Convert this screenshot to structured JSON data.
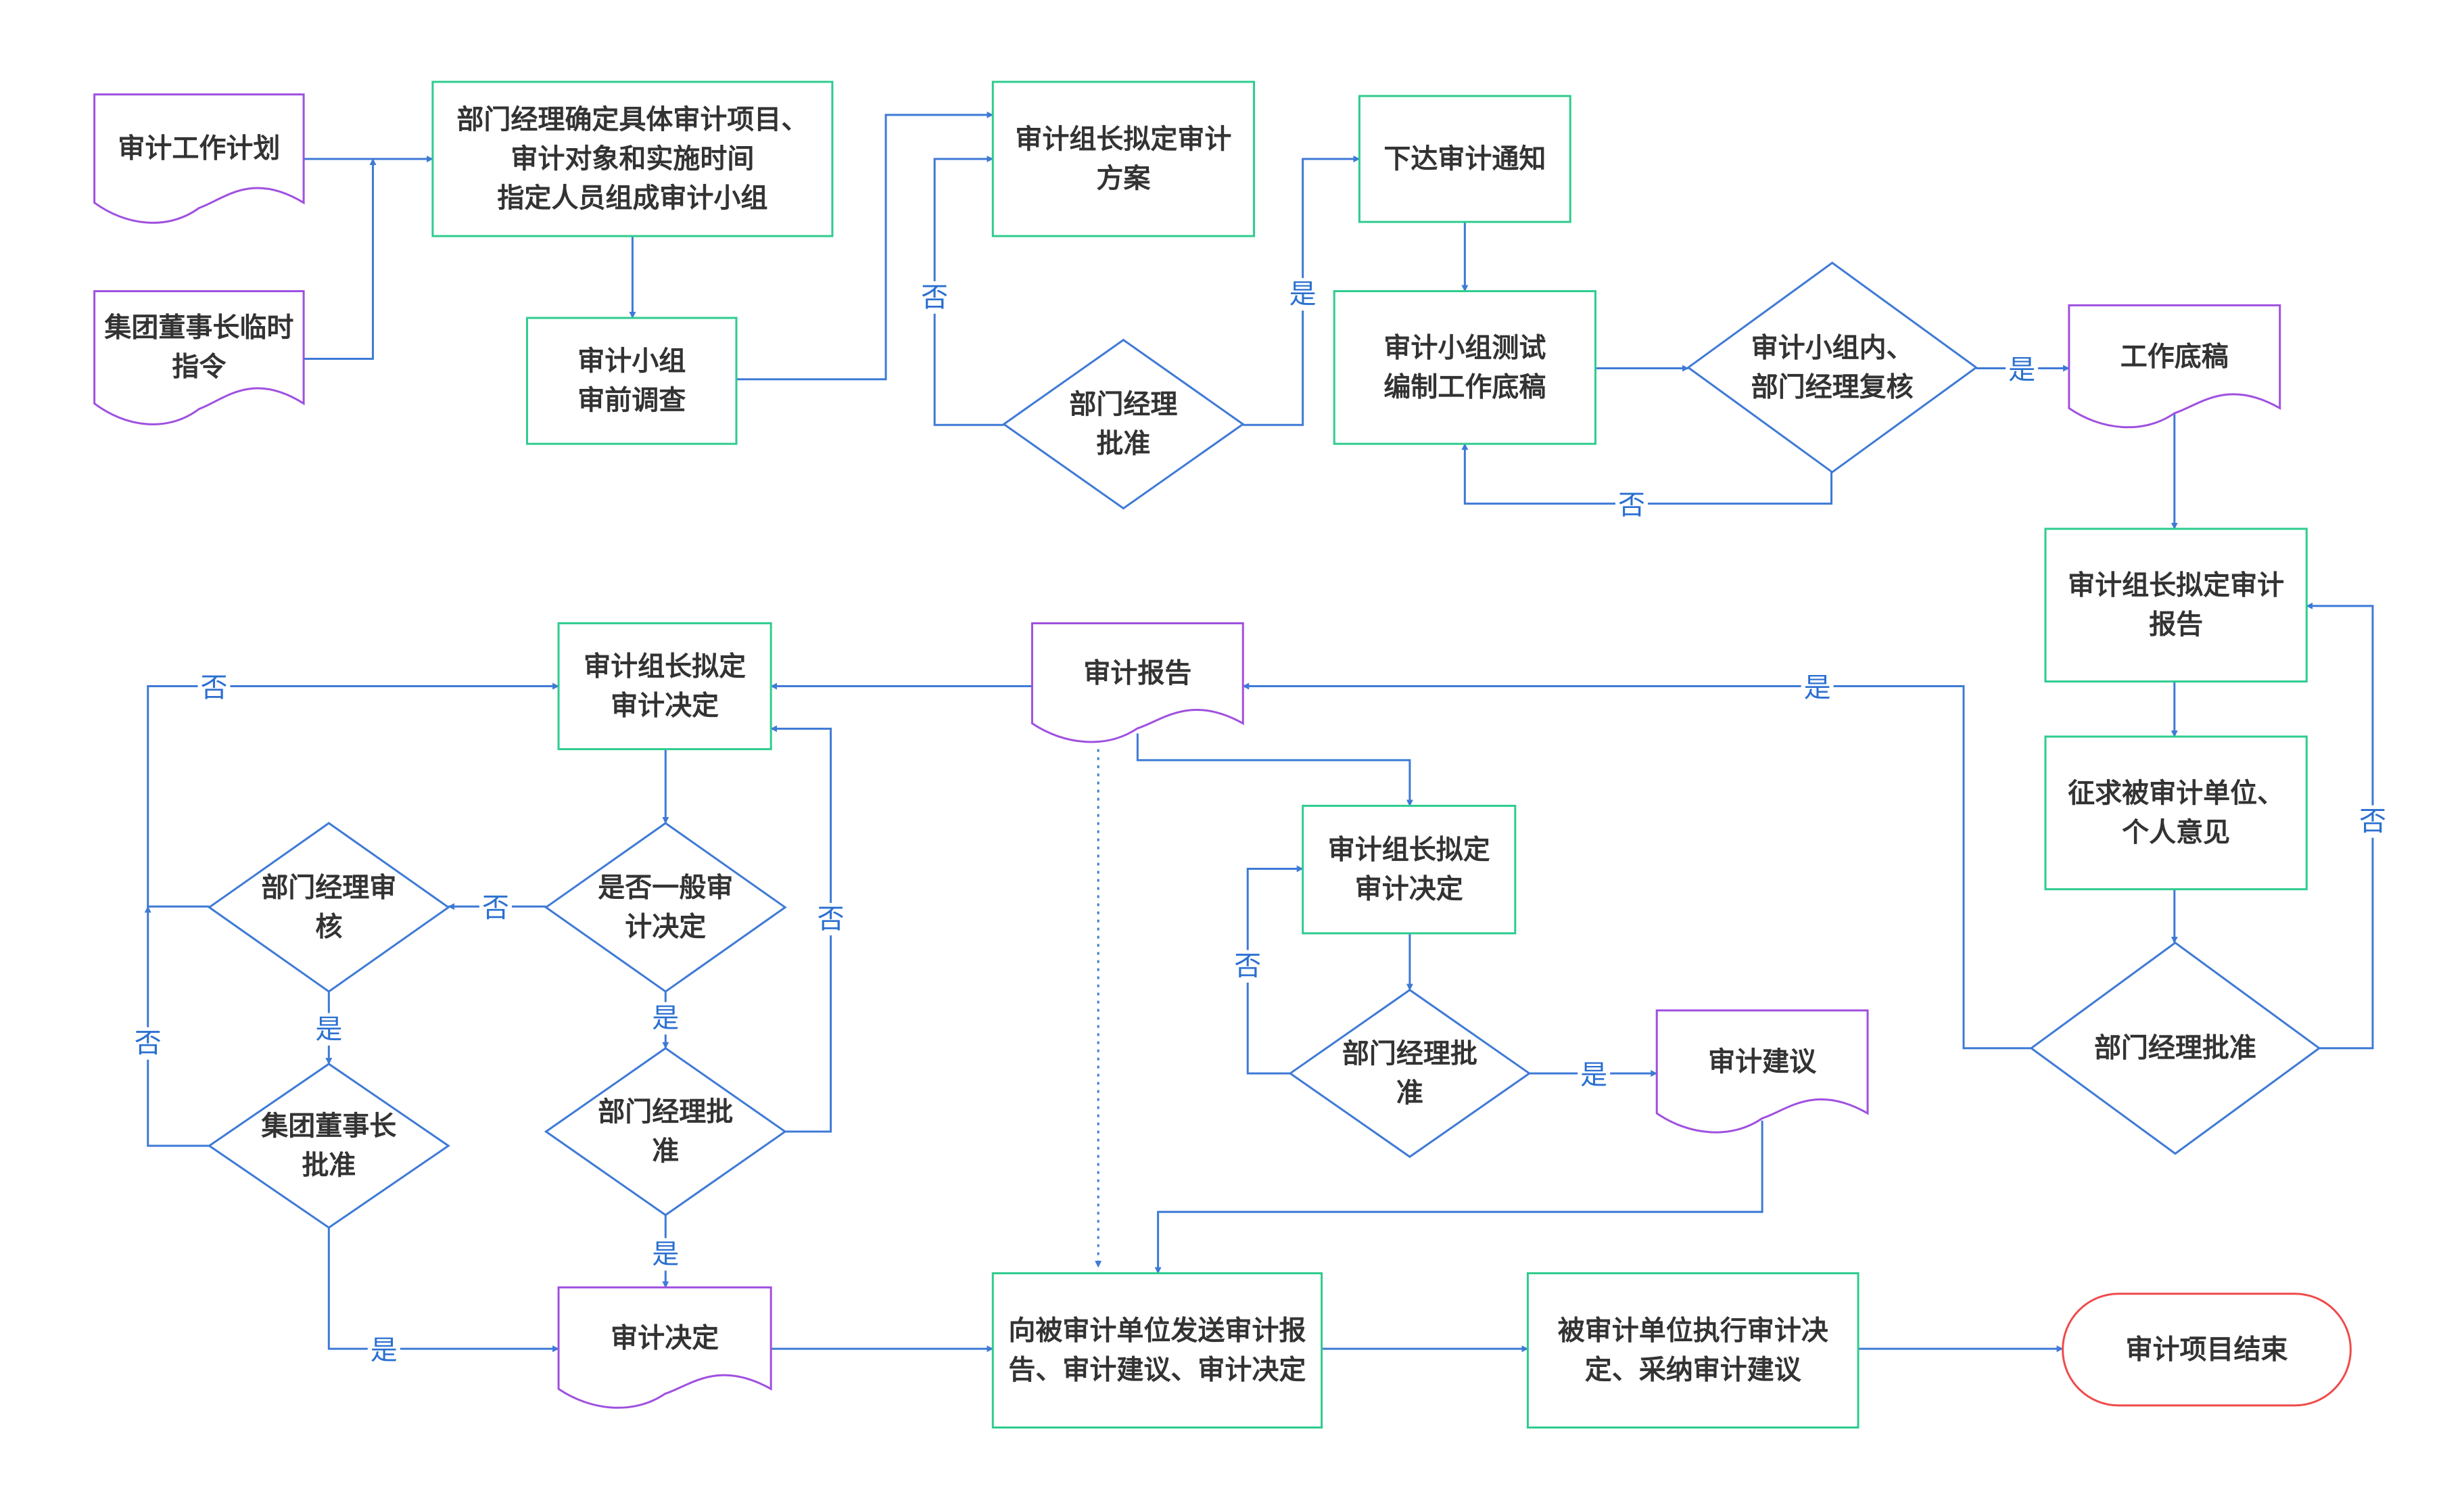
{
  "colors": {
    "process": "#2ecc8e",
    "decision": "#3e7ad6",
    "document": "#a050e0",
    "terminal": "#ef4b4b",
    "edge": "#3e7ad6",
    "text": "#333333"
  },
  "nodes": {
    "audit_plan": [
      "审计工作计划"
    ],
    "chairman_order": [
      "集团董事长临时",
      "指令"
    ],
    "dept_confirm": [
      "部门经理确定具体审计项目、",
      "审计对象和实施时间",
      "指定人员组成审计小组"
    ],
    "pre_survey": [
      "审计小组",
      "审前调查"
    ],
    "plan_draft": [
      "审计组长拟定审计",
      "方案"
    ],
    "approve1": [
      "部门经理",
      "批准"
    ],
    "notice": [
      "下达审计通知"
    ],
    "test_compile": [
      "审计小组测试",
      "编制工作底稿"
    ],
    "review": [
      "审计小组内、",
      "部门经理复核"
    ],
    "working_paper": [
      "工作底稿"
    ],
    "report_draft": [
      "审计组长拟定审计",
      "报告"
    ],
    "opinion": [
      "征求被审计单位、",
      "个人意见"
    ],
    "approve_report": [
      "部门经理批准"
    ],
    "audit_report": [
      "审计报告"
    ],
    "decision_draft_a": [
      "审计组长拟定",
      "审计决定"
    ],
    "general_decision": [
      "是否一般审",
      "计决定"
    ],
    "dept_review": [
      "部门经理审",
      "核"
    ],
    "approve_decision": [
      "部门经理批",
      "准"
    ],
    "chairman_approve": [
      "集团董事长",
      "批准"
    ],
    "audit_decision": [
      "审计决定"
    ],
    "decision_draft_b": [
      "审计组长拟定",
      "审计决定"
    ],
    "approve_b": [
      "部门经理批",
      "准"
    ],
    "suggestion": [
      "审计建议"
    ],
    "send": [
      "向被审计单位发送审计报",
      "告、审计建议、审计决定"
    ],
    "execute": [
      "被审计单位执行审计决",
      "定、采纳审计建议"
    ],
    "end": [
      "审计项目结束"
    ]
  },
  "edge_labels": {
    "yes": "是",
    "no": "否"
  }
}
